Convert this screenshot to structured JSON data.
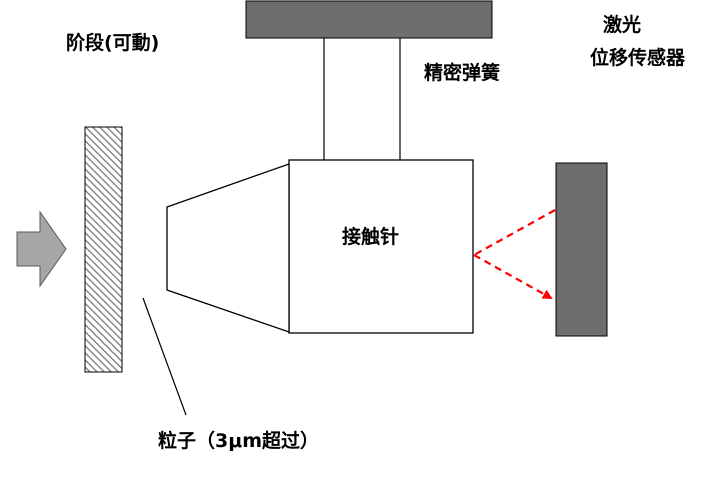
{
  "labels": {
    "stage": "阶段(可動)",
    "spring": "精密弹簧",
    "laser_line1": "激光",
    "laser_line2": "位移传感器",
    "probe": "接触针",
    "particle": "粒子（3μm超过）"
  },
  "colors": {
    "background": "#ffffff",
    "dark_block": "#6e6e6e",
    "arrow_fill": "#a6a6a6",
    "outline": "#000000",
    "laser": "#ff0000"
  }
}
